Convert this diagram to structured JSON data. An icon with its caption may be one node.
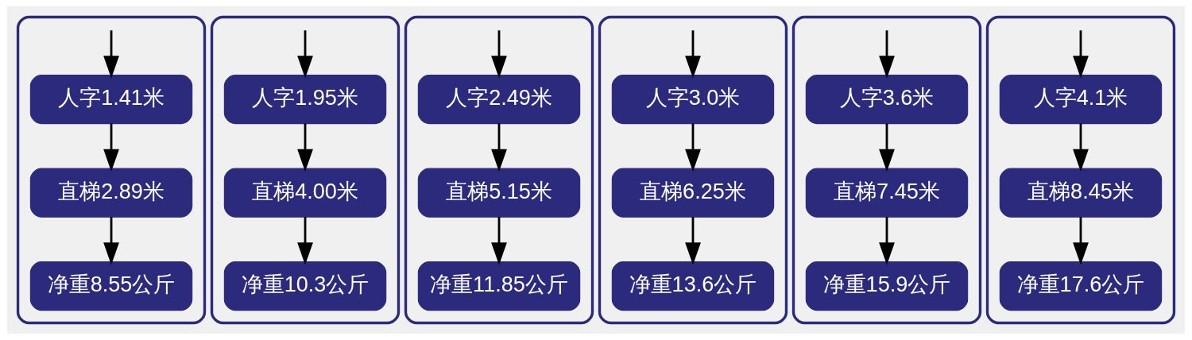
{
  "diagram": {
    "nodes": [
      {
        "text": [],
        "shape": "box"
      },
      {
        "text": [
          "人字1.41米"
        ],
        "in": 0
      },
      {
        "text": [
          "直梯2.89米"
        ],
        "in": 0
      },
      {
        "text": [
          "净重8.55公斤"
        ],
        "in": 0
      },
      {
        "text": [],
        "shape": "box"
      },
      {
        "text": [
          "人字1.95米"
        ],
        "in": 4
      },
      {
        "text": [
          "直梯4.00米"
        ],
        "in": 4
      },
      {
        "text": [
          "净重10.3公斤"
        ],
        "in": 4
      },
      {
        "text": [],
        "shape": "box"
      },
      {
        "text": [
          "人字2.49米"
        ],
        "in": 8
      },
      {
        "text": [
          "直梯5.15米"
        ],
        "in": 8
      },
      {
        "text": [
          "净重11.85公斤"
        ],
        "in": 8
      },
      {
        "text": [],
        "shape": "box"
      },
      {
        "text": [
          "人字3.0米"
        ],
        "in": 12
      },
      {
        "text": [
          "直梯6.25米"
        ],
        "in": 12
      },
      {
        "text": [
          "净重13.6公斤"
        ],
        "in": 12
      },
      {
        "text": [],
        "shape": "box"
      },
      {
        "text": [
          "人字3.6米"
        ],
        "in": 16
      },
      {
        "text": [
          "直梯7.45米"
        ],
        "in": 16
      },
      {
        "text": [
          "净重15.9公斤"
        ],
        "in": 16
      },
      {
        "text": [],
        "shape": "box"
      },
      {
        "text": [
          "人字4.1米"
        ],
        "in": 20
      },
      {
        "text": [
          "直梯8.45米"
        ],
        "in": 20
      },
      {
        "text": [
          "净重17.6公斤"
        ],
        "in": 20
      }
    ],
    "edges": [
      {
        "from": null,
        "to": 1,
        "arrow": "to"
      },
      {
        "from": 1,
        "to": 2,
        "arrow": "to"
      },
      {
        "from": 2,
        "to": 3,
        "arrow": "to"
      },
      {
        "from": null,
        "to": 5,
        "arrow": "to"
      },
      {
        "from": 5,
        "to": 6,
        "arrow": "to"
      },
      {
        "from": 6,
        "to": 7,
        "arrow": "to"
      },
      {
        "from": null,
        "to": 9,
        "arrow": "to"
      },
      {
        "from": 9,
        "to": 10,
        "arrow": "to"
      },
      {
        "from": 10,
        "to": 11,
        "arrow": "to"
      },
      {
        "from": null,
        "to": 13,
        "arrow": "to"
      },
      {
        "from": 13,
        "to": 14,
        "arrow": "to"
      },
      {
        "from": 14,
        "to": 15,
        "arrow": "to"
      },
      {
        "from": null,
        "to": 17,
        "arrow": "to"
      },
      {
        "from": 17,
        "to": 18,
        "arrow": "to"
      },
      {
        "from": 18,
        "to": 19,
        "arrow": "to"
      },
      {
        "from": null,
        "to": 21,
        "arrow": "to"
      },
      {
        "from": 21,
        "to": 22,
        "arrow": "to"
      },
      {
        "from": 22,
        "to": 23,
        "arrow": "to"
      }
    ]
  }
}
